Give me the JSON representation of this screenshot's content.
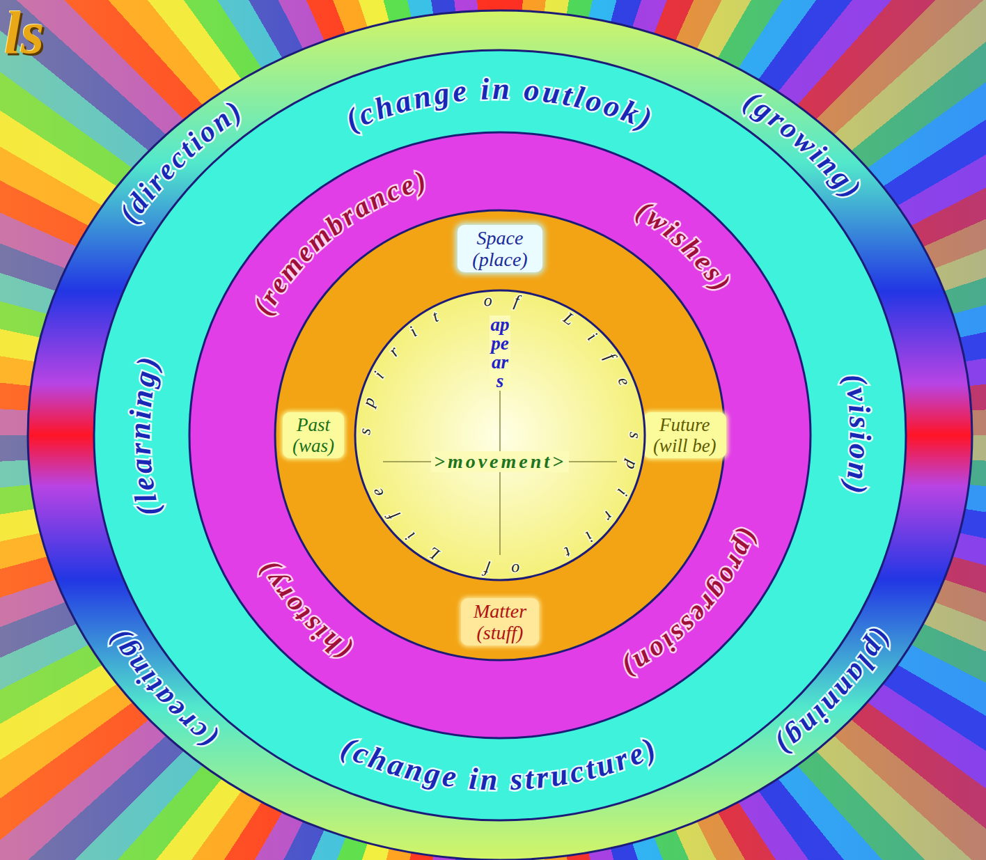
{
  "diagram": {
    "nodes": [
      {
        "text": [
          "(direction)",
          "(growing)",
          "(creating)",
          "(planning)"
        ]
      },
      {
        "text": [
          "(change in outlook)",
          "(learning)",
          "(vision)",
          "(change in structure)"
        ],
        "in": 0
      },
      {
        "text": [
          "(remembrance)",
          "(wishes)",
          "(history)",
          "(progression)"
        ],
        "in": 1
      },
      {
        "text": [
          "Space (place)",
          "Past (was)",
          "Future (will be)",
          "Matter (stuff)"
        ],
        "in": 2
      },
      {
        "text": [
          "spirit of Life spirit of Life",
          "appears",
          ">movement>"
        ],
        "in": 3
      }
    ],
    "labels": [
      "ls"
    ]
  }
}
